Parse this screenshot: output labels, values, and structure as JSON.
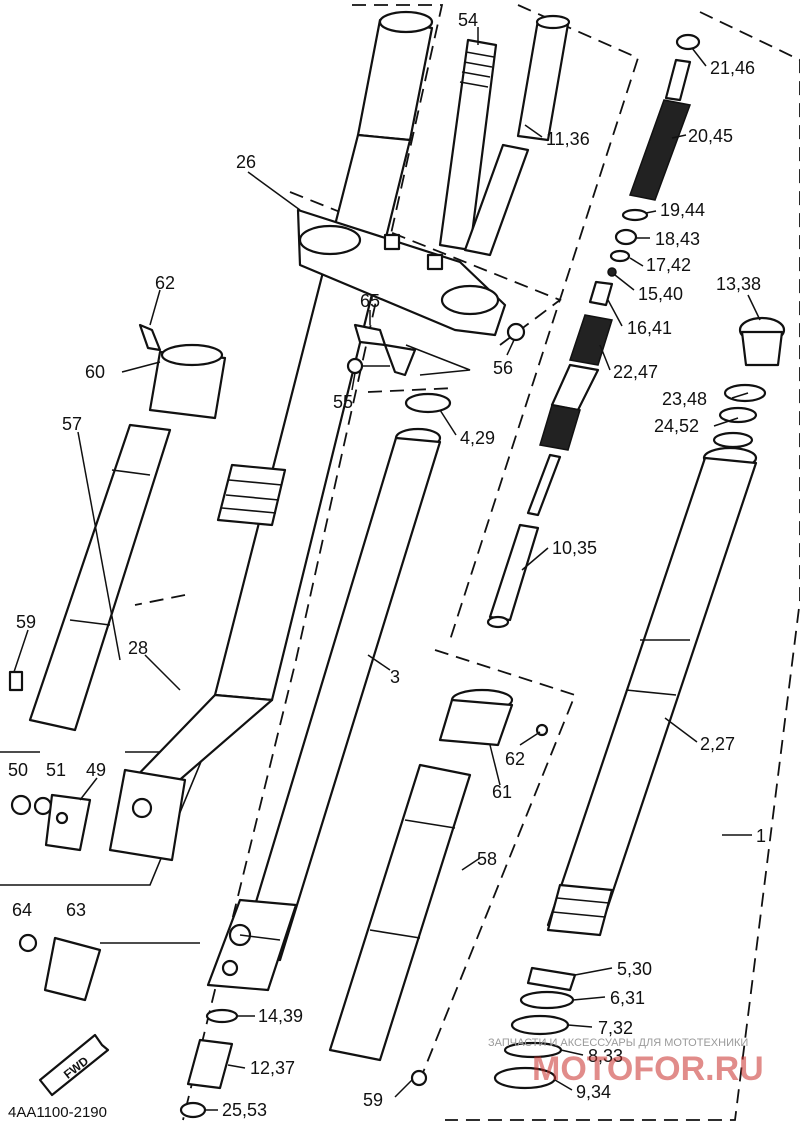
{
  "diagram_code": "4AA1100-2190",
  "fwd_label": "FWD",
  "watermark": {
    "line1": "ЗАПЧАСТИ И АКСЕССУАРЫ ДЛЯ МОТОТЕХНИКИ",
    "line2": "MOTOFOR.RU"
  },
  "callouts": [
    {
      "id": "54",
      "text": "54"
    },
    {
      "id": "21_46",
      "text": "21,46"
    },
    {
      "id": "11_36",
      "text": "11,36"
    },
    {
      "id": "20_45",
      "text": "20,45"
    },
    {
      "id": "26",
      "text": "26"
    },
    {
      "id": "19_44",
      "text": "19,44"
    },
    {
      "id": "18_43",
      "text": "18,43"
    },
    {
      "id": "17_42",
      "text": "17,42"
    },
    {
      "id": "62_top",
      "text": "62"
    },
    {
      "id": "15_40",
      "text": "15,40"
    },
    {
      "id": "13_38",
      "text": "13,38"
    },
    {
      "id": "65",
      "text": "65"
    },
    {
      "id": "16_41",
      "text": "16,41"
    },
    {
      "id": "60",
      "text": "60"
    },
    {
      "id": "56",
      "text": "56"
    },
    {
      "id": "22_47",
      "text": "22,47"
    },
    {
      "id": "55",
      "text": "55"
    },
    {
      "id": "23_48",
      "text": "23,48"
    },
    {
      "id": "57",
      "text": "57"
    },
    {
      "id": "4_29",
      "text": "4,29"
    },
    {
      "id": "24_52",
      "text": "24,52"
    },
    {
      "id": "10_35",
      "text": "10,35"
    },
    {
      "id": "59_top",
      "text": "59"
    },
    {
      "id": "28",
      "text": "28"
    },
    {
      "id": "3",
      "text": "3"
    },
    {
      "id": "62_mid",
      "text": "62"
    },
    {
      "id": "2_27",
      "text": "2,27"
    },
    {
      "id": "50",
      "text": "50"
    },
    {
      "id": "51",
      "text": "51"
    },
    {
      "id": "49",
      "text": "49"
    },
    {
      "id": "61",
      "text": "61"
    },
    {
      "id": "1",
      "text": "1"
    },
    {
      "id": "58",
      "text": "58"
    },
    {
      "id": "64",
      "text": "64"
    },
    {
      "id": "63",
      "text": "63"
    },
    {
      "id": "5_30",
      "text": "5,30"
    },
    {
      "id": "6_31",
      "text": "6,31"
    },
    {
      "id": "14_39",
      "text": "14,39"
    },
    {
      "id": "7_32",
      "text": "7,32"
    },
    {
      "id": "8_33",
      "text": "8,33"
    },
    {
      "id": "12_37",
      "text": "12,37"
    },
    {
      "id": "9_34",
      "text": "9,34"
    },
    {
      "id": "59_bottom",
      "text": "59"
    },
    {
      "id": "25_53",
      "text": "25,53"
    }
  ]
}
